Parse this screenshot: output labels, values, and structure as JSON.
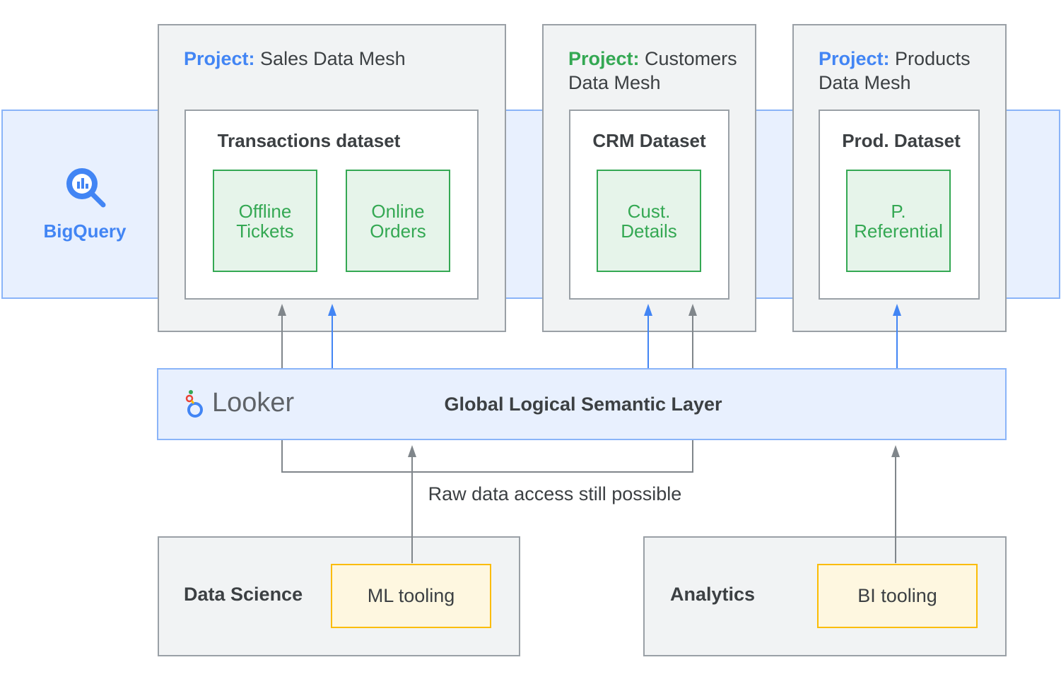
{
  "bigquery": {
    "label": "BigQuery",
    "icon": "bigquery-icon"
  },
  "projects": [
    {
      "keyword": "Project:",
      "name": "Sales Data Mesh",
      "keyword_color": "#4285f4",
      "dataset": {
        "title": "Transactions dataset",
        "tables": [
          {
            "line1": "Offline",
            "line2": "Tickets"
          },
          {
            "line1": "Online",
            "line2": "Orders"
          }
        ]
      }
    },
    {
      "keyword": "Project:",
      "name_line1": "Customers",
      "name_line2": "Data Mesh",
      "keyword_color": "#34a853",
      "dataset": {
        "title": "CRM Dataset",
        "tables": [
          {
            "line1": "Cust.",
            "line2": "Details"
          }
        ]
      }
    },
    {
      "keyword": "Project:",
      "name_line1": "Products",
      "name_line2": "Data Mesh",
      "keyword_color": "#4285f4",
      "dataset": {
        "title": "Prod. Dataset",
        "tables": [
          {
            "line1": "P.",
            "line2": "Referential"
          }
        ]
      }
    }
  ],
  "looker": {
    "brand": "Looker",
    "icon": "looker-icon",
    "layer_label": "Global Logical Semantic Layer"
  },
  "raw_access_label": "Raw data access still possible",
  "consumers": [
    {
      "label": "Data Science",
      "tool": "ML tooling"
    },
    {
      "label": "Analytics",
      "tool": "BI tooling"
    }
  ],
  "colors": {
    "blue": "#4285f4",
    "green": "#34a853",
    "gray": "#80868b",
    "yellow": "#fbbc04",
    "band_fill": "#e8f0fe"
  }
}
